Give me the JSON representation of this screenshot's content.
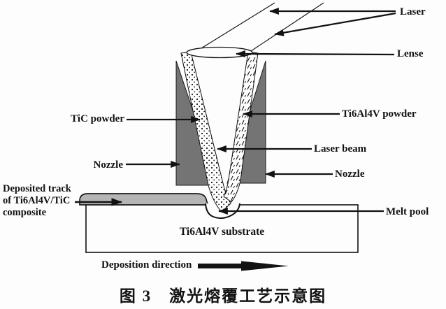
{
  "figure": {
    "caption": "图 3　激光熔覆工艺示意图",
    "substrate_label": "Ti6Al4V substrate",
    "deposition_direction_label": "Deposition direction"
  },
  "labels": {
    "laser": "Laser",
    "lense": "Lense",
    "tic_powder": "TiC powder",
    "ti6al4v_powder": "Ti6Al4V powder",
    "laser_beam": "Laser beam",
    "nozzle_left": "Nozzle",
    "nozzle_right": "Nozzle",
    "deposited_track_line1": "Deposited track",
    "deposited_track_line2": "of Ti6Al4V/TiC",
    "deposited_track_line3": "composite",
    "melt_pool": "Melt pool"
  },
  "icons": {
    "arrowhead": "filled-triangle-arrowhead",
    "deposition_arrow": "thick-tapered-right-arrow"
  },
  "colors": {
    "ink": "#121212",
    "nozzle_gray": "#747474",
    "track_gray": "#b5b5b5",
    "bg": "#fdfdfd"
  }
}
